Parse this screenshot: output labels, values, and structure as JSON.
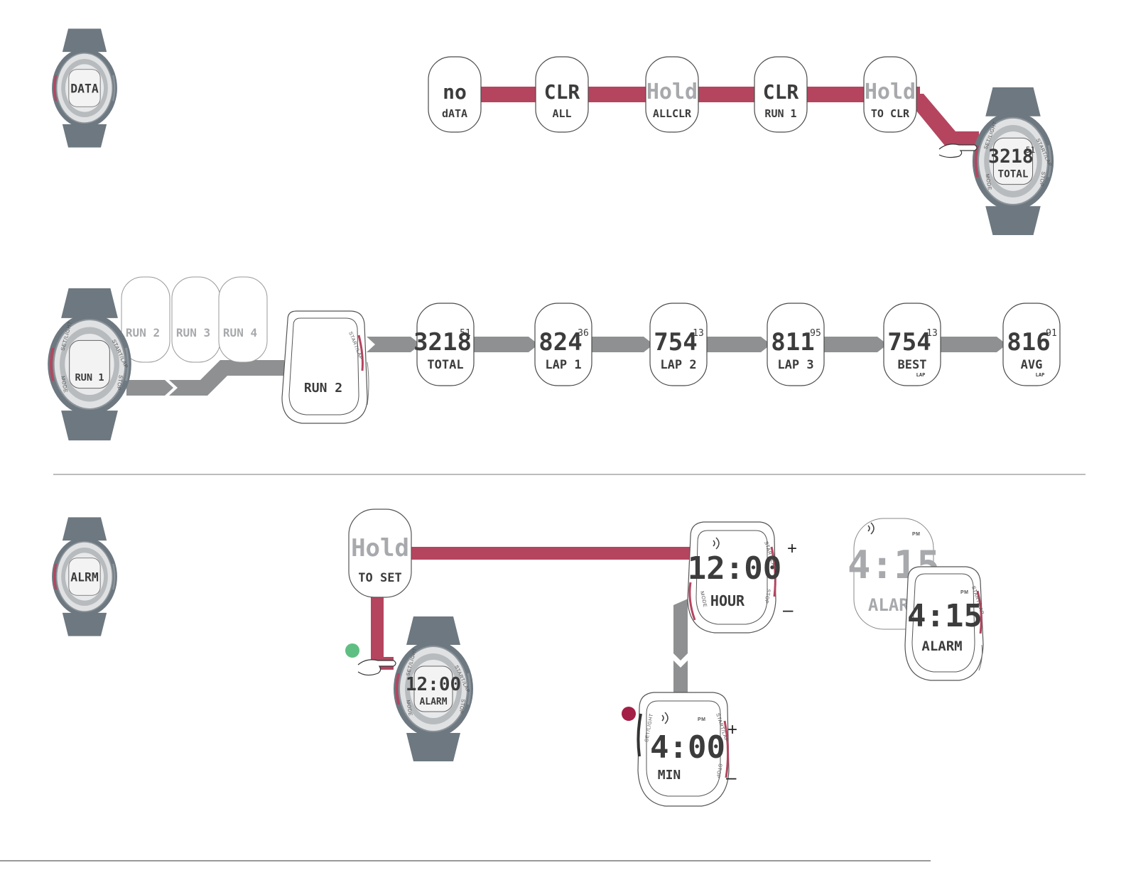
{
  "colors": {
    "accent": "#b5455f",
    "grey_band": "#8e9091",
    "watch_body": "#6d7880",
    "watch_body_dark": "#56616a",
    "bezel": "#c7c9cb",
    "screen_fill": "#f2f2f2",
    "green_dot": "#5fbf82",
    "red_dot": "#a31f45"
  },
  "mode_icons": {
    "data": "DATA",
    "alarm": "ALRM"
  },
  "clear_flow": [
    {
      "top": "no",
      "bottom": "dATA"
    },
    {
      "top": "CLR",
      "bottom": "ALL"
    },
    {
      "top": "Hold",
      "bottom": "ALLCLR"
    },
    {
      "top": "CLR",
      "bottom": "RUN  1"
    },
    {
      "top": "Hold",
      "bottom": "TO CLR"
    }
  ],
  "clear_result_watch": {
    "main": "3218",
    "sup": "51",
    "label": "TOTAL",
    "buttons": [
      "SET/LIGHT",
      "MODE",
      "START/LAP",
      "STOP"
    ]
  },
  "review_watch": {
    "label": "RUN  1",
    "buttons": [
      "SET/LIGHT",
      "MODE",
      "START/LAP",
      "STOP"
    ]
  },
  "run_stack": [
    "RUN  2",
    "RUN  3",
    "RUN  4"
  ],
  "run2_face": {
    "label": "RUN  2",
    "button": "START/LAP"
  },
  "review_flow": [
    {
      "main": "3218",
      "sup": "51",
      "label": "TOTAL",
      "sub": ""
    },
    {
      "main": "824",
      "sup": "36",
      "label": "LAP  1",
      "sub": ""
    },
    {
      "main": "754",
      "sup": "13",
      "label": "LAP  2",
      "sub": ""
    },
    {
      "main": "811",
      "sup": "95",
      "label": "LAP  3",
      "sub": ""
    },
    {
      "main": "754",
      "sup": "13",
      "label": "BEST",
      "sub": "LAP"
    },
    {
      "main": "816",
      "sup": "91",
      "label": "AVG",
      "sub": "LAP"
    }
  ],
  "alarm_flow": {
    "hold_top": "Hold",
    "hold_bottom": "TO SET",
    "alarm_watch": {
      "time": "12:00",
      "label": "ALARM",
      "buttons": [
        "SET/LIGHT",
        "MODE",
        "START/LAP",
        "STOP"
      ]
    },
    "hour_face": {
      "time": "12:00",
      "label": "HOUR",
      "buttons": [
        "START/LAP",
        "MODE",
        "STOP"
      ],
      "plus": "+",
      "minus": "–"
    },
    "min_face": {
      "time": "4:00",
      "label": "MIN",
      "pm": "PM",
      "buttons": [
        "SET/LIGHT",
        "START/LAP",
        "STOP"
      ],
      "plus": "+",
      "minus": "–"
    },
    "result_back": {
      "time": "4:15",
      "label": "ALARM",
      "pm": "PM"
    },
    "result_front": {
      "time": "4:15",
      "label": "ALARM",
      "pm": "PM",
      "button": "START/LAP"
    }
  }
}
